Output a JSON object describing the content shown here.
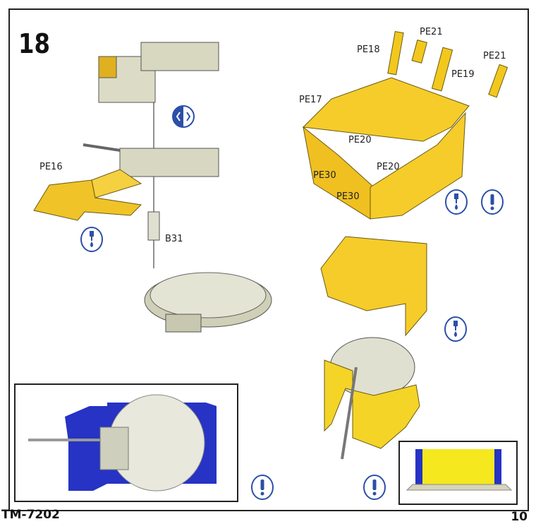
{
  "step_number": "18",
  "labels": {
    "pe16": "PE16",
    "b31": "B31",
    "pe21_a": "PE21",
    "pe18": "PE18",
    "pe19": "PE19",
    "pe21_b": "PE21",
    "pe17": "PE17",
    "pe20_a": "PE20",
    "pe30_a": "PE30",
    "pe20_b": "PE20",
    "pe30_b": "PE30"
  },
  "footer": {
    "code": "TM-7202",
    "page": "10"
  },
  "icons": [
    "cut-icon",
    "glue-icon",
    "warning-icon"
  ],
  "colors": {
    "yellow": "#f2c81e",
    "blue": "#2633c4",
    "icon_blue": "#2c4fa8",
    "grey": "#d8d8c4"
  }
}
